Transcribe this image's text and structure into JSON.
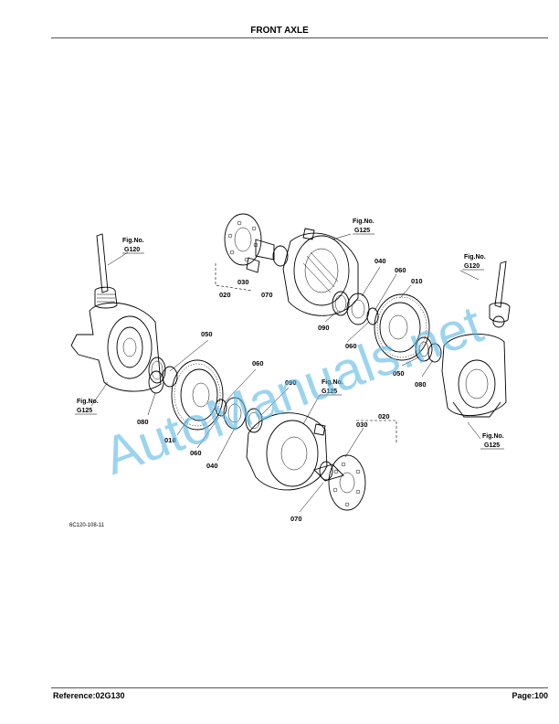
{
  "header": {
    "title": "FRONT AXLE"
  },
  "footer": {
    "reference": "Reference:02G130",
    "page": "Page:100"
  },
  "diagram": {
    "drawing_code": "6C120-108-11",
    "fig_label": "Fig.No.",
    "fig_refs": [
      "G120",
      "G125",
      "G125",
      "G120",
      "G125",
      "G125"
    ],
    "callouts_upper": [
      "020",
      "030",
      "070",
      "090",
      "040",
      "060",
      "010",
      "060",
      "050",
      "080"
    ],
    "callouts_lower": [
      "050",
      "060",
      "090",
      "080",
      "010",
      "060",
      "040",
      "020",
      "030",
      "070"
    ]
  },
  "watermark": "AutoManuals.net"
}
